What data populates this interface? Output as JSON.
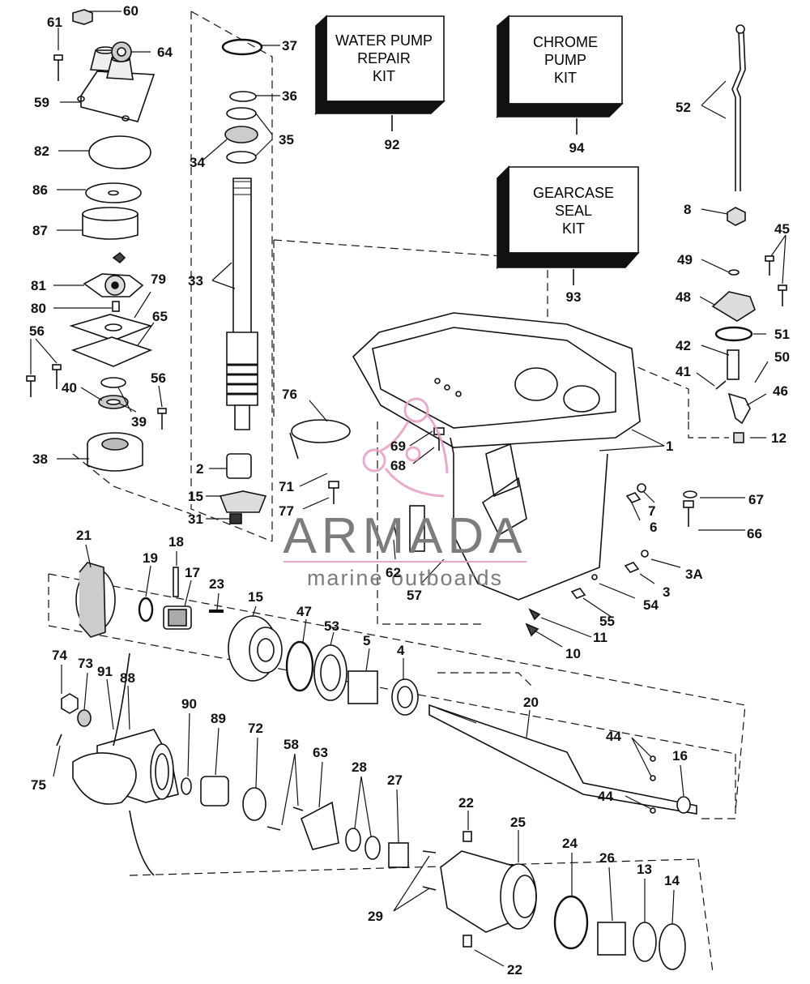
{
  "kits": [
    {
      "id": "water-pump-kit",
      "lines": [
        "WATER PUMP",
        "REPAIR",
        "KIT"
      ],
      "ref": "92"
    },
    {
      "id": "chrome-pump-kit",
      "lines": [
        "CHROME",
        "PUMP",
        "KIT"
      ],
      "ref": "94"
    },
    {
      "id": "gearcase-seal-kit",
      "lines": [
        "GEARCASE",
        "SEAL",
        "KIT"
      ],
      "ref": "93"
    }
  ],
  "watermark": {
    "brand": "ARMADA",
    "tagline": "marine outboards",
    "brand_color": "#7c7c7c",
    "logo_color": "#e7a3c8"
  },
  "callouts": {
    "c60": "60",
    "c61": "61",
    "c64": "64",
    "c59": "59",
    "c82": "82",
    "c86": "86",
    "c87": "87",
    "c81": "81",
    "c79": "79",
    "c80": "80",
    "c65": "65",
    "c56a": "56",
    "c56b": "56",
    "c40": "40",
    "c39": "39",
    "c38": "38",
    "c37": "37",
    "c36": "36",
    "c35": "35",
    "c34": "34",
    "c33": "33",
    "c2": "2",
    "c15a": "15",
    "c31": "31",
    "c52": "52",
    "c8": "8",
    "c45": "45",
    "c49": "49",
    "c48": "48",
    "c51": "51",
    "c42": "42",
    "c50": "50",
    "c41": "41",
    "c46": "46",
    "c12": "12",
    "c1": "1",
    "c76": "76",
    "c69": "69",
    "c68": "68",
    "c71": "71",
    "c77": "77",
    "c7": "7",
    "c67": "67",
    "c6": "6",
    "c66": "66",
    "c3A": "3A",
    "c3": "3",
    "c54": "54",
    "c55": "55",
    "c11": "11",
    "c10": "10",
    "c62": "62",
    "c57": "57",
    "c21": "21",
    "c19": "19",
    "c18": "18",
    "c17": "17",
    "c23": "23",
    "c15b": "15",
    "c47": "47",
    "c53": "53",
    "c5": "5",
    "c4": "4",
    "c20": "20",
    "c44a": "44",
    "c44b": "44",
    "c16": "16",
    "c74": "74",
    "c73": "73",
    "c91": "91",
    "c88": "88",
    "c90": "90",
    "c89": "89",
    "c72": "72",
    "c58": "58",
    "c63": "63",
    "c28": "28",
    "c27": "27",
    "c22a": "22",
    "c22b": "22",
    "c25": "25",
    "c24": "24",
    "c26": "26",
    "c13": "13",
    "c14": "14",
    "c29": "29",
    "c75": "75"
  }
}
